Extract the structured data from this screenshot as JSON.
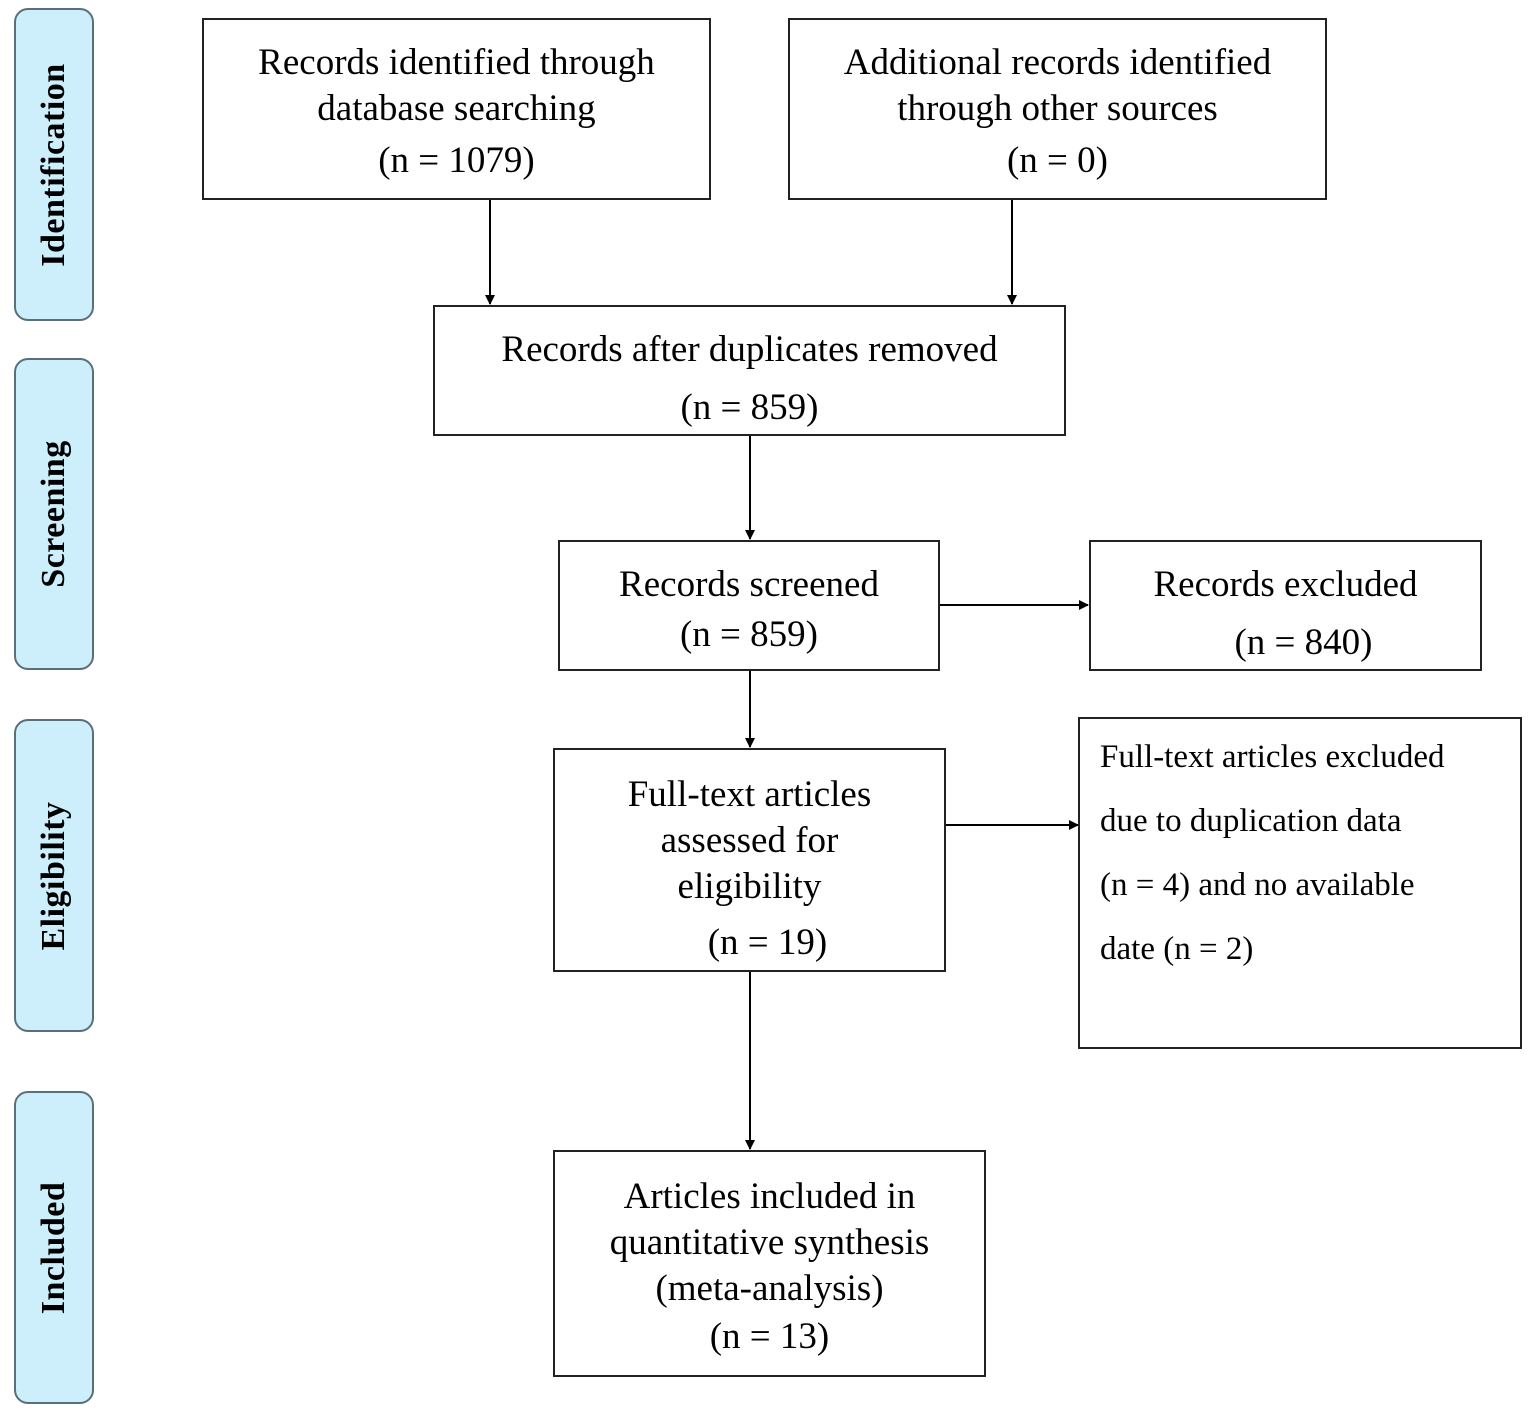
{
  "phases": {
    "identification": "Identification",
    "screening": "Screening",
    "eligibility": "Eligibility",
    "included": "Included"
  },
  "boxes": {
    "database_search": {
      "line1": "Records identified through",
      "line2": "database searching",
      "count": "(n = 1079)"
    },
    "other_sources": {
      "line1": "Additional records identified",
      "line2": "through other sources",
      "count": "(n = 0)"
    },
    "duplicates_removed": {
      "line1": "Records after duplicates removed",
      "count": "(n = 859)"
    },
    "screened": {
      "line1": "Records screened",
      "count": "(n = 859)"
    },
    "excluded": {
      "line1": "Records excluded",
      "count": "(n = 840)"
    },
    "fulltext_assessed": {
      "line1": "Full-text articles",
      "line2": "assessed for",
      "line3": "eligibility",
      "count": "(n = 19)"
    },
    "fulltext_excluded": {
      "line1": "Full-text articles excluded",
      "line2": "due to duplication data",
      "line3": "(n = 4) and no available",
      "line4": "date (n = 2)"
    },
    "included_synthesis": {
      "line1": "Articles included in",
      "line2": "quantitative synthesis",
      "line3": "(meta-analysis)",
      "count": "(n = 13)"
    }
  }
}
